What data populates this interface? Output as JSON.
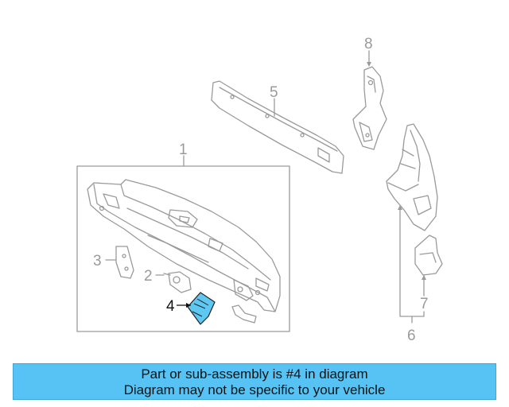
{
  "diagram": {
    "callouts": {
      "c1": "1",
      "c2": "2",
      "c3": "3",
      "c4": "4",
      "c5": "5",
      "c6": "6",
      "c7": "7",
      "c8": "8"
    },
    "highlight_color": "#5ec8f2",
    "line_color": "#9a9a9a"
  },
  "banner": {
    "line1": "Part or sub-assembly is #4 in diagram",
    "line2": "Diagram may not be specific to your vehicle",
    "background": "#56c3f4"
  }
}
